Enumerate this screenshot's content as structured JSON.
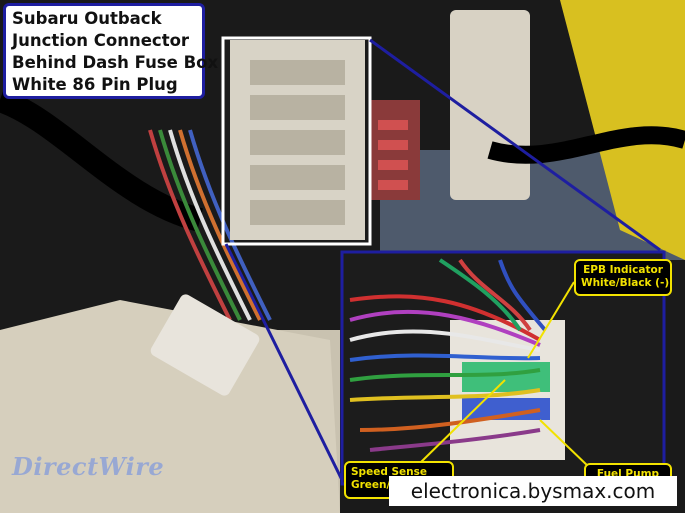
{
  "title_lines": [
    "Subaru Outback",
    "Junction Connector",
    "Behind Dash Fuse Box",
    "White 86 Pin Plug"
  ],
  "callouts": {
    "epb_line1": "EPB Indicator",
    "epb_line2": "White/Black (-)",
    "speed_line1": "Speed Sense",
    "speed_line2": "Green/",
    "fuel": "Fuel Pump"
  },
  "logo_text": "DirectWire",
  "watermark": "electronica.bysmax.com",
  "colors": {
    "frame_blue": "#1e1ea0",
    "callout_yellow": "#f2e200",
    "connector_white": "#e8e4dc",
    "pin_green": "#3fbf7a",
    "pin_blue": "#3f5fcf"
  }
}
